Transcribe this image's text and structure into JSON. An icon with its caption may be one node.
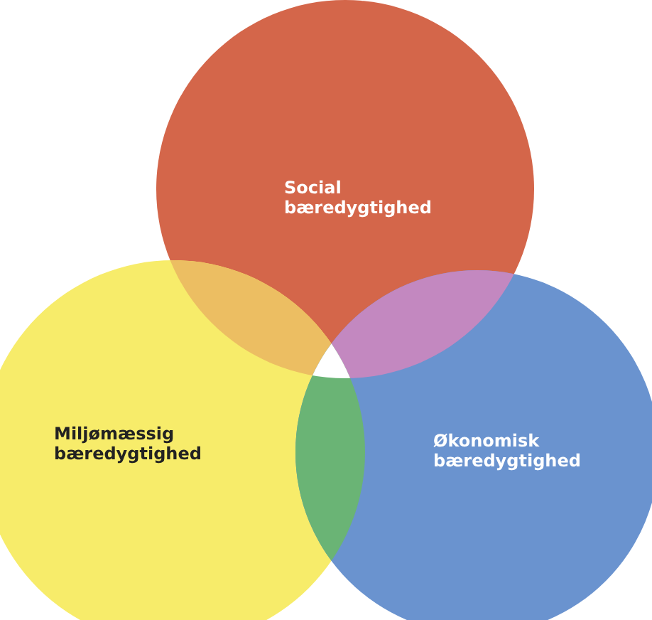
{
  "diagram": {
    "nodes": [
      {
        "text": [
          "Social bæredygtighed"
        ]
      },
      {
        "text": [
          "Miljømæssig bæredygtighed"
        ]
      },
      {
        "text": [
          "Økonomisk bæredygtighed"
        ]
      }
    ]
  }
}
